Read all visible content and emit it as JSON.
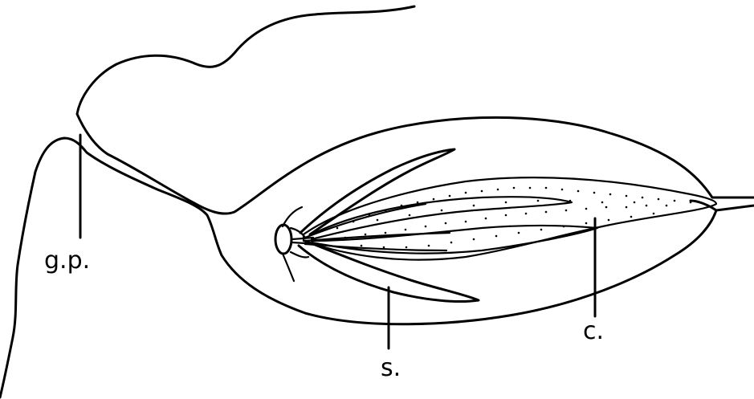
{
  "figure": {
    "labels": {
      "gp": "g.p.",
      "s": "s.",
      "c": "c."
    },
    "ink_color": "#000000",
    "background": "#ffffff"
  }
}
